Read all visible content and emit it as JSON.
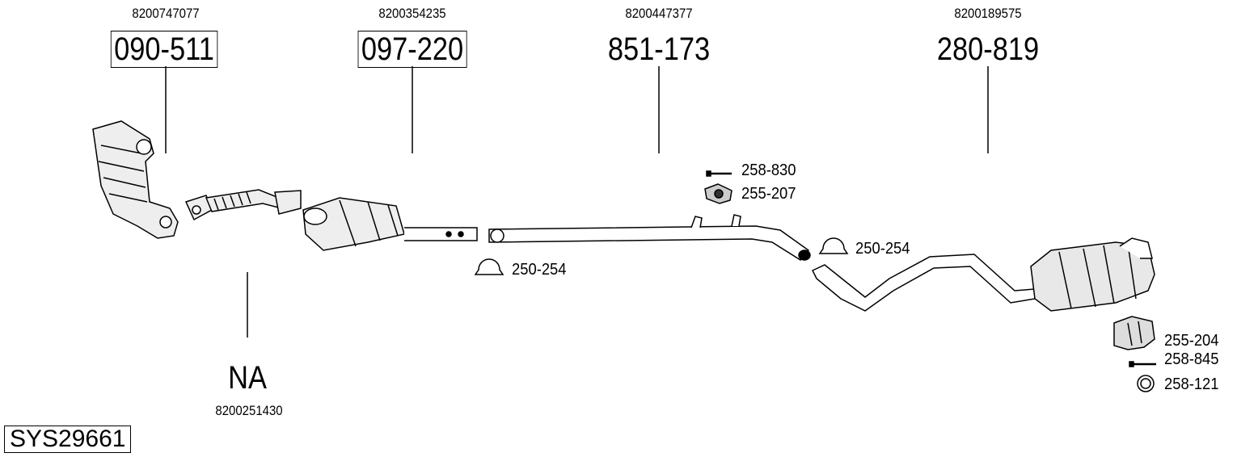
{
  "system_id": "SYS29661",
  "parts": [
    {
      "oem": "8200747077",
      "number": "090-511",
      "boxed": true
    },
    {
      "oem": "8200354235",
      "number": "097-220",
      "boxed": true
    },
    {
      "oem": "8200447377",
      "number": "851-173",
      "boxed": false
    },
    {
      "oem": "8200189575",
      "number": "280-819",
      "boxed": false
    },
    {
      "oem": "8200251430",
      "number": "NA",
      "boxed": false
    }
  ],
  "accessories": [
    {
      "number": "258-830",
      "icon": "bolt-icon"
    },
    {
      "number": "255-207",
      "icon": "rubber-mount-icon"
    },
    {
      "number": "250-254",
      "icon": "clamp-icon"
    },
    {
      "number": "250-254",
      "icon": "clamp-icon"
    },
    {
      "number": "255-204",
      "icon": "bracket-icon"
    },
    {
      "number": "258-845",
      "icon": "bolt-icon"
    },
    {
      "number": "258-121",
      "icon": "ring-icon"
    }
  ]
}
